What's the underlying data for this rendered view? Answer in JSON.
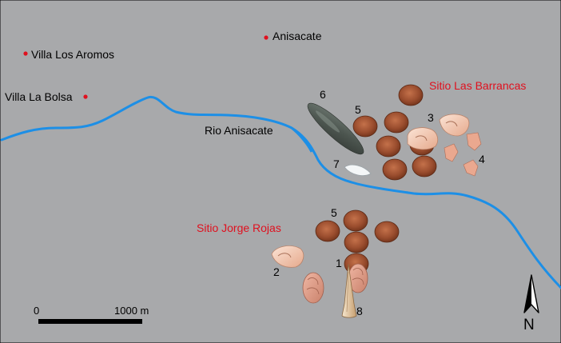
{
  "map": {
    "background_color": "#a8a9ab",
    "river_color": "#1d8fe6",
    "place_marker_color": "#e0101e",
    "site_label_color": "#e0101e",
    "places": [
      {
        "name": "Villa Los Aromos"
      },
      {
        "name": "Anisacate"
      },
      {
        "name": "Villa La Bolsa"
      }
    ],
    "river_label": "Rio Anisacate",
    "sites": [
      {
        "name": "Sitio Las Barrancas"
      },
      {
        "name": "Sitio Jorge Rojas"
      }
    ],
    "artifact_numbers": {
      "n6": "6",
      "n5a": "5",
      "n3": "3",
      "n7": "7",
      "n4": "4",
      "n5b": "5",
      "n2": "2",
      "n1": "1",
      "n8": "8"
    },
    "scale_bar": {
      "start_label": "0",
      "end_label": "1000 m"
    },
    "north_arrow": {
      "label": "N",
      "icon": "north-arrow-icon"
    }
  }
}
